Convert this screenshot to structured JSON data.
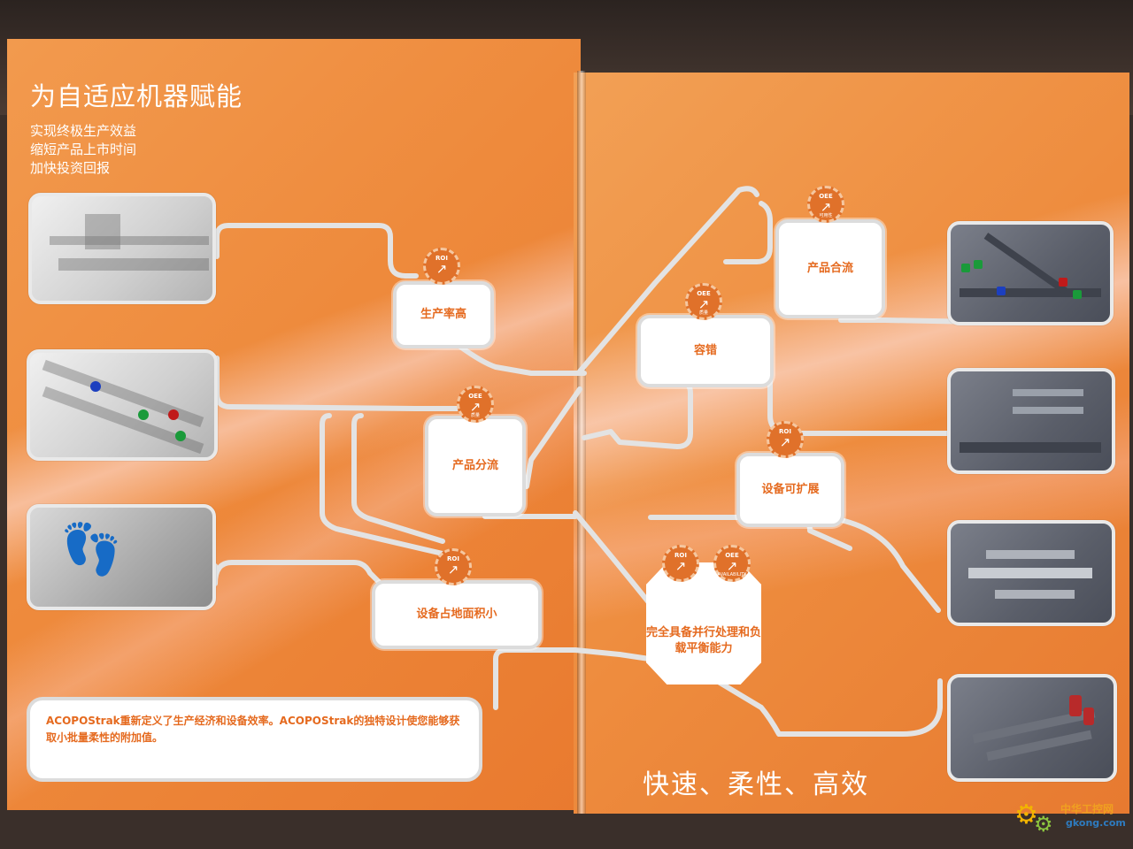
{
  "left_page": {
    "title": "为自适应机器赋能",
    "subtitles": [
      "实现终极生产效益",
      "缩短产品上市时间",
      "加快投资回报"
    ],
    "boxes": [
      {
        "label": "生产率高"
      },
      {
        "label": "产品分流"
      },
      {
        "label": "设备占地面积小"
      }
    ],
    "badges": {
      "productivity": {
        "label": "ROI",
        "sub": ""
      },
      "sorting": {
        "label": "OEE",
        "sub": "质量"
      },
      "footprint": {
        "label": "ROI",
        "sub": ""
      }
    },
    "description": "ACOPOStrak重新定义了生产经济和设备效率。ACOPOStrak的独特设计使您能够获取小批量柔性的附加值。"
  },
  "right_page": {
    "boxes": [
      {
        "label": "产品合流"
      },
      {
        "label": "容错"
      },
      {
        "label": "设备可扩展"
      },
      {
        "label": "完全具备并行处理和负载平衡能力"
      }
    ],
    "badges": {
      "merging": {
        "label": "OEE",
        "sub": "可用性"
      },
      "fault_tolerance": {
        "label": "OEE",
        "sub": "质量"
      },
      "scalable": {
        "label": "ROI",
        "sub": ""
      },
      "parallel_roi": {
        "label": "ROI",
        "sub": ""
      },
      "parallel_oee": {
        "label": "OEE",
        "sub": "AVAILABILITY"
      }
    },
    "slogan": "快速、柔性、高效"
  },
  "watermark": {
    "brand": "中华工控网",
    "domain": "gkong.com"
  },
  "colors": {
    "page_orange": "#ee8a3c",
    "text_orange": "#e56a1f",
    "badge": "#e0712a",
    "track": "#e3e3e3"
  }
}
